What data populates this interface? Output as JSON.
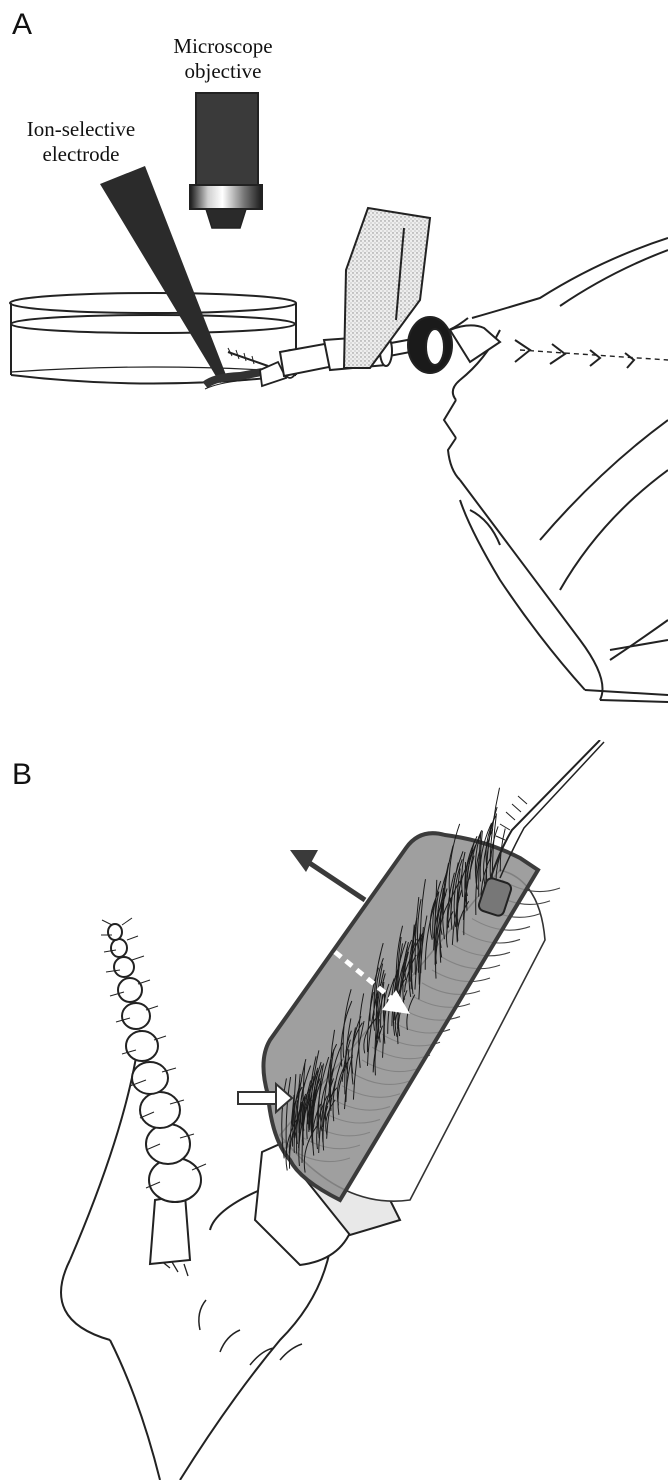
{
  "figure": {
    "panel_a": {
      "letter": "A",
      "label_objective_line1": "Microscope",
      "label_objective_line2": "objective",
      "label_electrode_line1": "Ion-selective",
      "label_electrode_line2": "electrode"
    },
    "panel_b": {
      "letter": "B"
    }
  }
}
